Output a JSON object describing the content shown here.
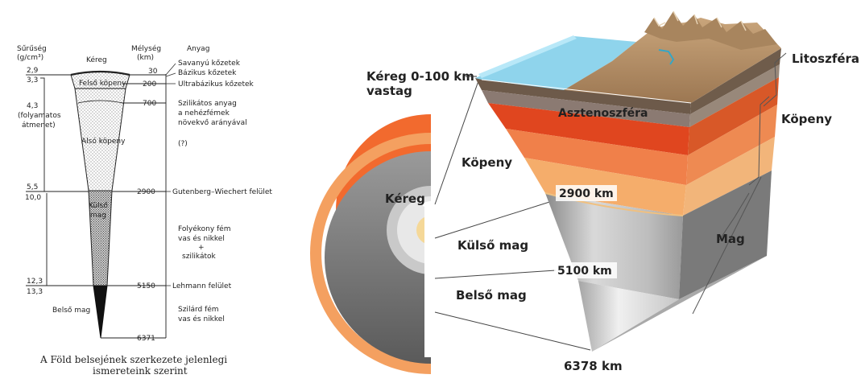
{
  "left_diagram": {
    "headers": {
      "density": "Sűrűség",
      "density_unit": "(g/cm³)",
      "crust": "Kéreg",
      "depth": "Mélység",
      "depth_unit": "(km)",
      "material": "Anyag"
    },
    "densities": {
      "d1a": "2,9",
      "d1b": "3,3",
      "d2": "4,3",
      "d2_note1": "(folyamatos",
      "d2_note2": "átmenet)",
      "d3a": "5,5",
      "d3b": "10,0",
      "d4a": "12,3",
      "d4b": "13,3"
    },
    "layers": {
      "upper_mantle": "Felső köpeny",
      "lower_mantle": "Alsó köpeny",
      "outer_core_1": "Külső",
      "outer_core_2": "mag",
      "inner_core": "Belső mag"
    },
    "depths": {
      "d30": "30",
      "d200": "200",
      "d700": "700",
      "d2900": "2900",
      "d5150": "5150",
      "d6371": "6371"
    },
    "materials": {
      "m1": "Savanyú kőzetek",
      "m2": "Bázikus kőzetek",
      "m3": "Ultrabázikus kőzetek",
      "m4a": "Szilikátos anyag",
      "m4b": "a nehézfémek",
      "m4c": "növekvő arányával",
      "m4d": "(?)",
      "m5": "Gutenberg–Wiechert felület",
      "m6a": "Folyékony fém",
      "m6b": "vas és nikkel",
      "m6c": "+",
      "m6d": "szilikátok",
      "m7": "Lehmann felület",
      "m8a": "Szilárd fém",
      "m8b": "vas és nikkel"
    },
    "caption_1": "A Föld belsejének szerkezete jelenlegi",
    "caption_2": "ismereteink szerint"
  },
  "right_diagram": {
    "labels": {
      "lithosphere": "Litoszféra",
      "crust_thickness_1": "Kéreg 0-100 km",
      "crust_thickness_2": "vastag",
      "asthenosphere": "Asztenoszféra",
      "mantle_right": "Köpeny",
      "mantle_inner": "Köpeny",
      "crust": "Kéreg",
      "depth_2900": "2900 km",
      "outer_core": "Külső mag",
      "depth_5100": "5100 km",
      "inner_core": "Belső mag",
      "core": "Mag",
      "depth_6378": "6378 km"
    }
  }
}
